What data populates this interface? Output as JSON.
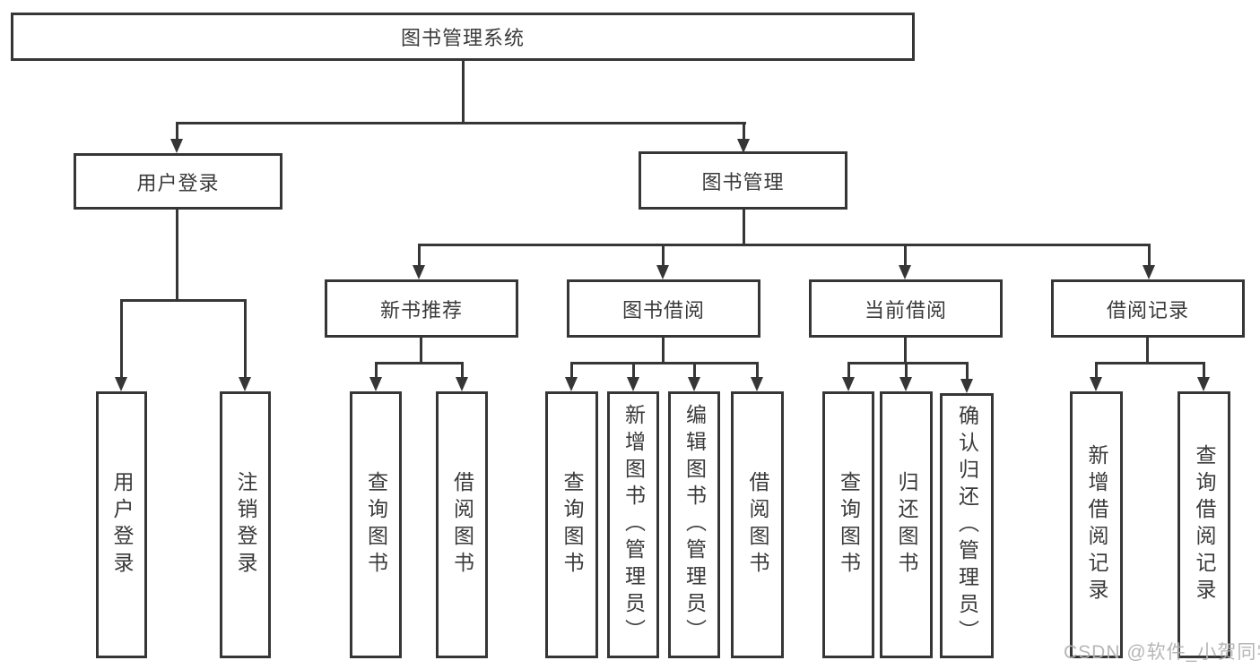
{
  "diagram": {
    "root": "图书管理系统",
    "level2": [
      {
        "label": "用户登录"
      },
      {
        "label": "图书管理"
      }
    ],
    "level3": [
      {
        "label": "新书推荐"
      },
      {
        "label": "图书借阅"
      },
      {
        "label": "当前借阅"
      },
      {
        "label": "借阅记录"
      }
    ],
    "leaves": {
      "user": [
        "用户登录",
        "注销登录"
      ],
      "recommend": [
        "查询图书",
        "借阅图书"
      ],
      "borrow": [
        "查询图书",
        "新增图书（管理员）",
        "编辑图书（管理员）",
        "借阅图书"
      ],
      "current": [
        "查询图书",
        "归还图书",
        "确认归还（管理员）"
      ],
      "records": [
        "新增借阅记录",
        "查询借阅记录"
      ]
    }
  },
  "watermark": "CSDN @软件_小贺同学",
  "colors": {
    "line": "#363636",
    "text": "#3a3a3a",
    "watermark": "#b2b2b2",
    "background": "#ffffff"
  }
}
